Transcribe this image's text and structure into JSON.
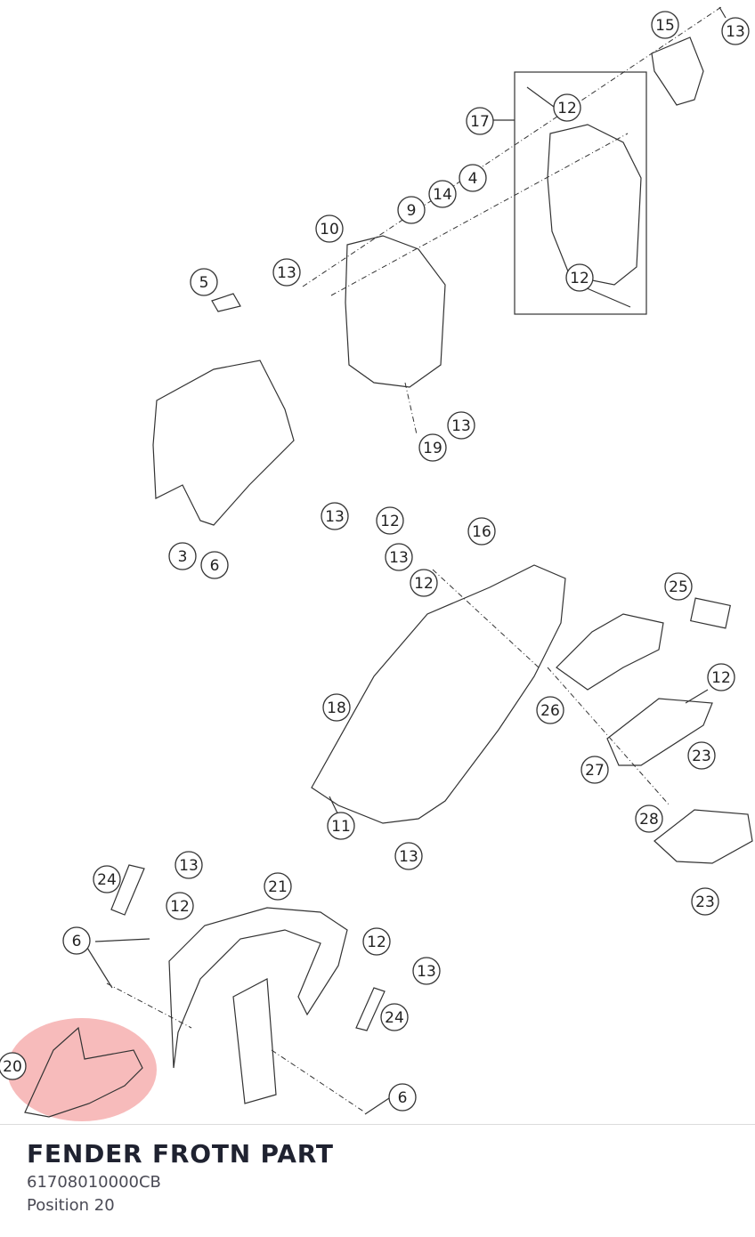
{
  "part": {
    "title": "FENDER FROTN PART",
    "number": "61708010000CB",
    "position": "Position 20"
  },
  "colors": {
    "highlight": "#f4a4a4",
    "line": "#333333",
    "title": "#1f2230"
  },
  "callouts": [
    {
      "label": "15"
    },
    {
      "label": "13"
    },
    {
      "label": "12"
    },
    {
      "label": "17"
    },
    {
      "label": "4"
    },
    {
      "label": "14"
    },
    {
      "label": "9"
    },
    {
      "label": "10"
    },
    {
      "label": "5"
    },
    {
      "label": "13"
    },
    {
      "label": "12"
    },
    {
      "label": "13"
    },
    {
      "label": "19"
    },
    {
      "label": "3"
    },
    {
      "label": "6"
    },
    {
      "label": "13"
    },
    {
      "label": "12"
    },
    {
      "label": "16"
    },
    {
      "label": "13"
    },
    {
      "label": "12"
    },
    {
      "label": "25"
    },
    {
      "label": "18"
    },
    {
      "label": "26"
    },
    {
      "label": "12"
    },
    {
      "label": "23"
    },
    {
      "label": "27"
    },
    {
      "label": "28"
    },
    {
      "label": "11"
    },
    {
      "label": "13"
    },
    {
      "label": "24"
    },
    {
      "label": "13"
    },
    {
      "label": "21"
    },
    {
      "label": "12"
    },
    {
      "label": "23"
    },
    {
      "label": "6"
    },
    {
      "label": "12"
    },
    {
      "label": "13"
    },
    {
      "label": "24"
    },
    {
      "label": "20"
    },
    {
      "label": "6"
    }
  ]
}
